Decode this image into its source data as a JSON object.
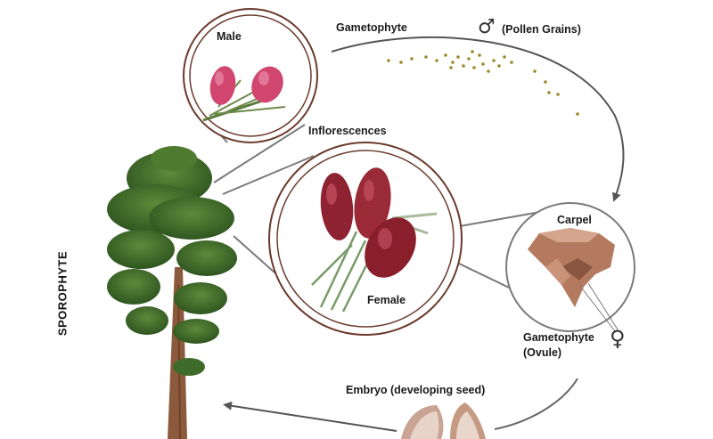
{
  "labels": {
    "male": "Male",
    "gametophyte_top": "Gametophyte",
    "pollen_grains": "(Pollen Grains)",
    "inflorescences": "Inflorescences",
    "carpel": "Carpel",
    "female": "Female",
    "sporophyte": "SPOROPHYTE",
    "gametophyte_ovule_1": "Gametophyte",
    "gametophyte_ovule_2": "(Ovule)",
    "embryo": "Embryo (developing seed)"
  },
  "symbols": {
    "male": "♂",
    "female": "♀"
  },
  "icons": [
    "male-symbol-icon",
    "female-symbol-icon"
  ],
  "colors": {
    "ring": "#6b3a2c",
    "arrow": "#555555",
    "pollen": "#9a8a2a",
    "foliage": "#3f6b2a",
    "trunk": "#8b5a3c",
    "male_cone": "#d0466f",
    "female_cone": "#8e2230",
    "carpel": "#b37a60"
  }
}
